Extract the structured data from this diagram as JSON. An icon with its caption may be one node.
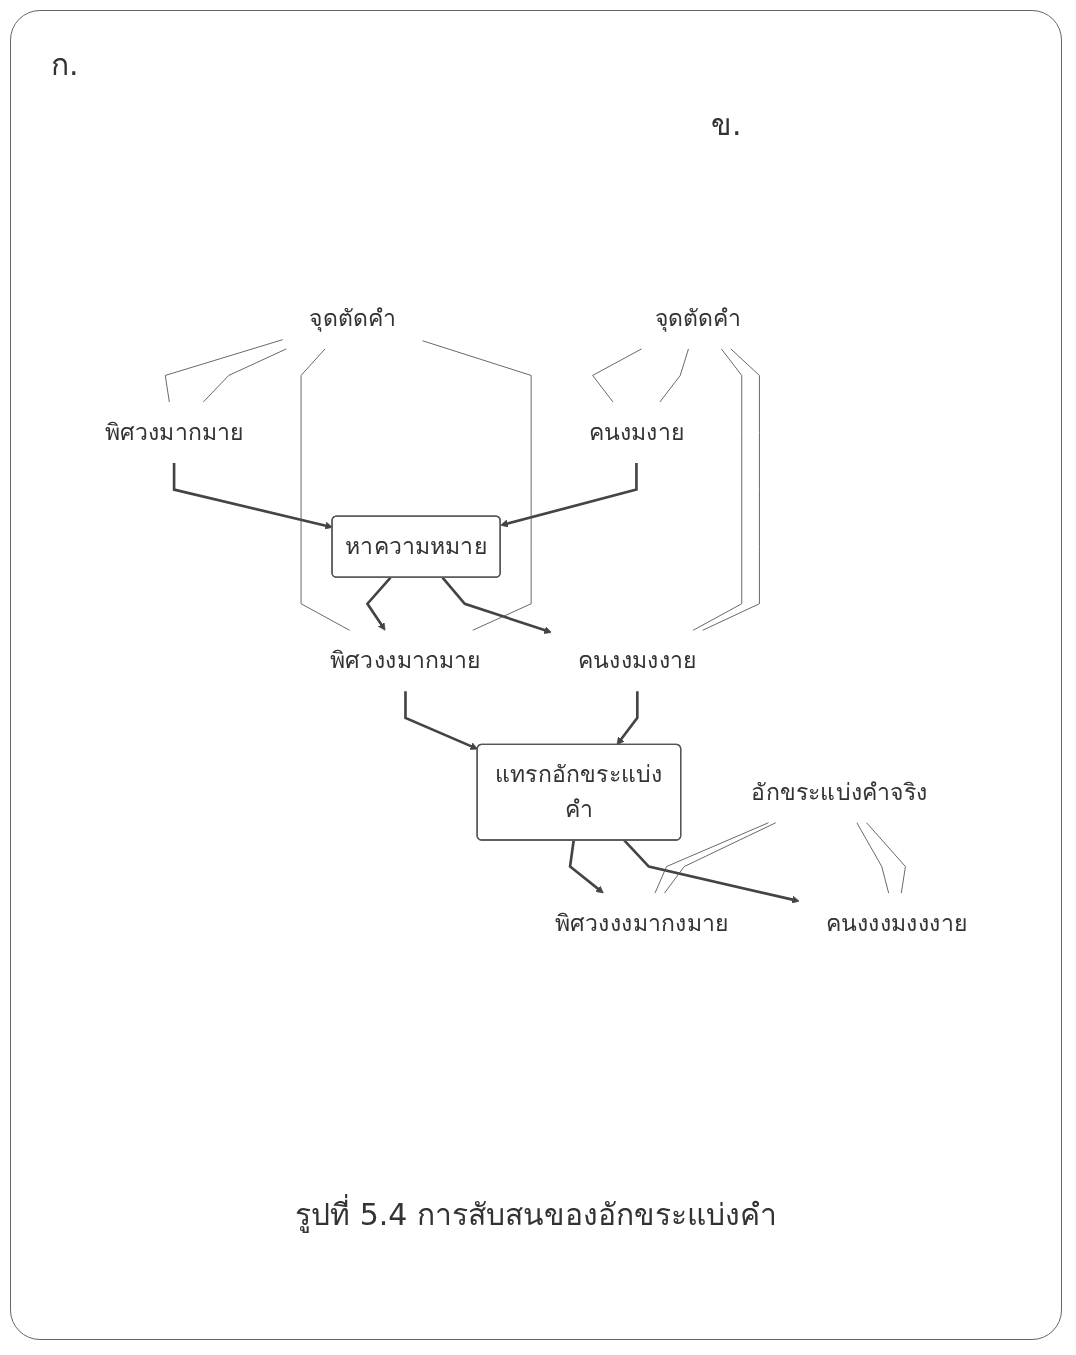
{
  "diagram": {
    "caption": "รูปที่ 5.4 การสับสนของอักขระแบ่งคำ",
    "nodes": [
      {
        "text": [
          "พิศวงมากมาย"
        ]
      },
      {
        "text": [
          "จุดตัดคำ"
        ]
      },
      {
        "text": [
          "หาความหมาย"
        ]
      },
      {
        "text": [
          "คนงมงาย"
        ]
      },
      {
        "text": [
          "จุดตัดคำ"
        ]
      },
      {
        "text": [
          "พิศวงงมากมาย"
        ]
      },
      {
        "text": [
          "คนงงมงงาย"
        ]
      },
      {
        "text": [
          "แทรกอักขระแบ่งคำ"
        ]
      },
      {
        "text": [
          "พิศวงงงมากงมาย"
        ]
      },
      {
        "text": [
          "คนงงงมงงงาย"
        ]
      },
      {
        "text": [
          "อักขระแบ่งคำจริง"
        ]
      }
    ],
    "edges": [
      {
        "from": 0,
        "to": 2,
        "arrow": "to"
      },
      {
        "from": 3,
        "to": 2,
        "arrow": "to"
      },
      {
        "from": 2,
        "to": 5,
        "arrow": "to"
      },
      {
        "from": 2,
        "to": 6,
        "arrow": "to"
      },
      {
        "from": 5,
        "to": 7,
        "arrow": "to"
      },
      {
        "from": 6,
        "to": 7,
        "arrow": "to"
      },
      {
        "from": 7,
        "to": 8,
        "arrow": "to"
      },
      {
        "from": 7,
        "to": 9,
        "arrow": "to"
      },
      {
        "from": 1,
        "to": 0,
        "arrow": "none"
      },
      {
        "from": 1,
        "to": 0,
        "arrow": "none"
      },
      {
        "from": 1,
        "to": 5,
        "arrow": "none"
      },
      {
        "from": 1,
        "to": 5,
        "arrow": "none"
      },
      {
        "from": 4,
        "to": 3,
        "arrow": "none"
      },
      {
        "from": 4,
        "to": 3,
        "arrow": "none"
      },
      {
        "from": 4,
        "to": 6,
        "arrow": "none"
      },
      {
        "from": 4,
        "to": 6,
        "arrow": "none"
      },
      {
        "from": 10,
        "to": 8,
        "arrow": "none"
      },
      {
        "from": 10,
        "to": 8,
        "arrow": "none"
      },
      {
        "from": 10,
        "to": 9,
        "arrow": "none"
      },
      {
        "from": 10,
        "to": 9,
        "arrow": "none"
      }
    ],
    "labels": [
      "ก.",
      "ข."
    ]
  }
}
